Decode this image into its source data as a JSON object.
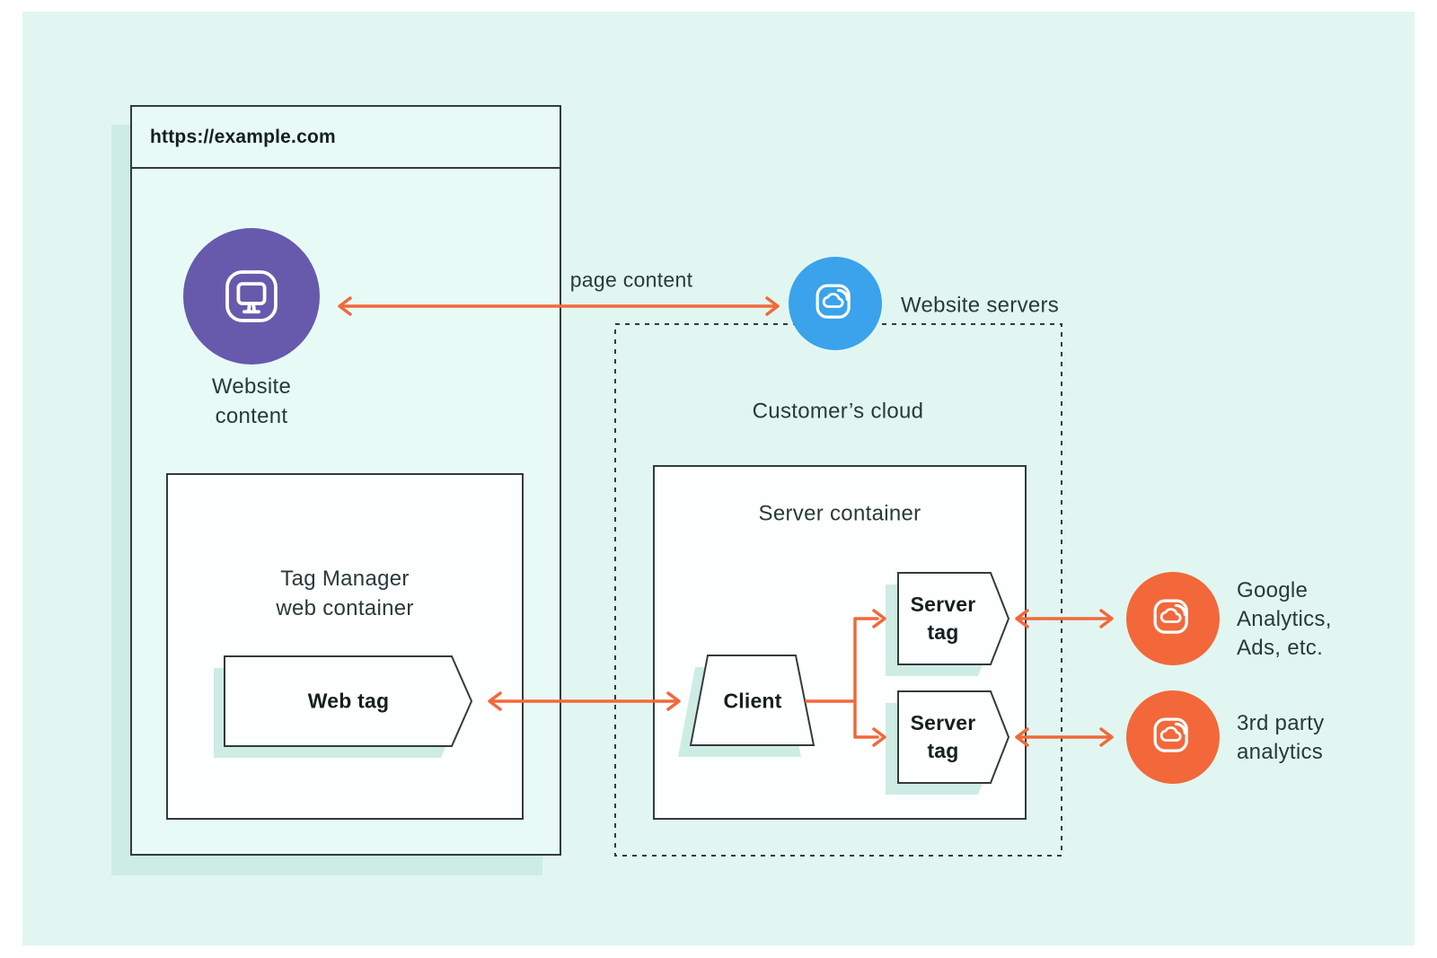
{
  "browser": {
    "url": "https://example.com"
  },
  "website_content": {
    "label": "Website\ncontent"
  },
  "arrows": {
    "page_content_label": "page content"
  },
  "website_servers": {
    "label": "Website servers"
  },
  "customers_cloud": {
    "label": "Customer’s cloud"
  },
  "tag_manager": {
    "title": "Tag Manager\nweb container",
    "web_tag_label": "Web tag"
  },
  "server_container": {
    "title": "Server container",
    "client_label": "Client",
    "server_tag_top": "Server\ntag",
    "server_tag_bottom": "Server\ntag"
  },
  "destinations": {
    "google": "Google\nAnalytics,\nAds, etc.",
    "third_party": "3rd party\nanalytics"
  },
  "icons": {
    "website_content": "monitor-icon",
    "website_servers": "cloud-icon",
    "google": "cloud-icon",
    "third_party": "cloud-icon"
  },
  "colors": {
    "background_mint": "#e2f6f1",
    "shadow_teal": "#cdece4",
    "outline_dark": "#333b3b",
    "arrow_orange": "#f2683a",
    "accent_purple": "#675aad",
    "accent_blue": "#3aa3eb",
    "accent_orange": "#f2683a",
    "shape_fill": "#fdfffe"
  }
}
